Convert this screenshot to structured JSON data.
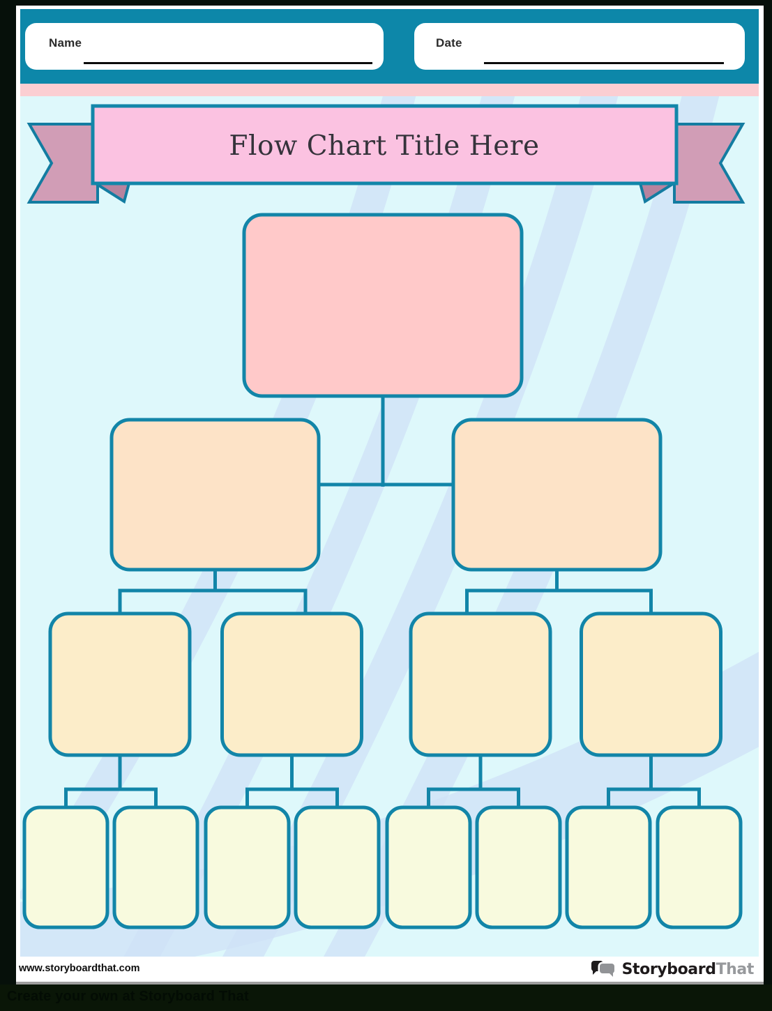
{
  "header": {
    "name_label": "Name",
    "name_value": "",
    "date_label": "Date",
    "date_value": ""
  },
  "banner": {
    "title": "Flow Chart Title Here"
  },
  "flowchart": {
    "levels": [
      {
        "level": 1,
        "node_count": 1,
        "fill": "#ffc9c9"
      },
      {
        "level": 2,
        "node_count": 2,
        "fill": "#fde3c7"
      },
      {
        "level": 3,
        "node_count": 4,
        "fill": "#fcedc9"
      },
      {
        "level": 4,
        "node_count": 8,
        "fill": "#f8fade"
      }
    ],
    "connector_color": "#1285a8",
    "nodes_are_empty": true
  },
  "footer": {
    "website": "www.storyboardthat.com",
    "logo": {
      "primary": "Storyboard",
      "secondary": "That"
    },
    "tagline": "Create your own at Storyboard That"
  },
  "colors": {
    "frame": "#06100a",
    "header_bar": "#0d87a9",
    "pink_strip": "#fbced2",
    "background": "#def8fb",
    "stripe": "#cfe1f7",
    "ribbon_banner": "#fbc2e1",
    "ribbon_tail": "#d19db6",
    "ribbon_fold": "#b7839e",
    "teal_line": "#1285a8"
  }
}
